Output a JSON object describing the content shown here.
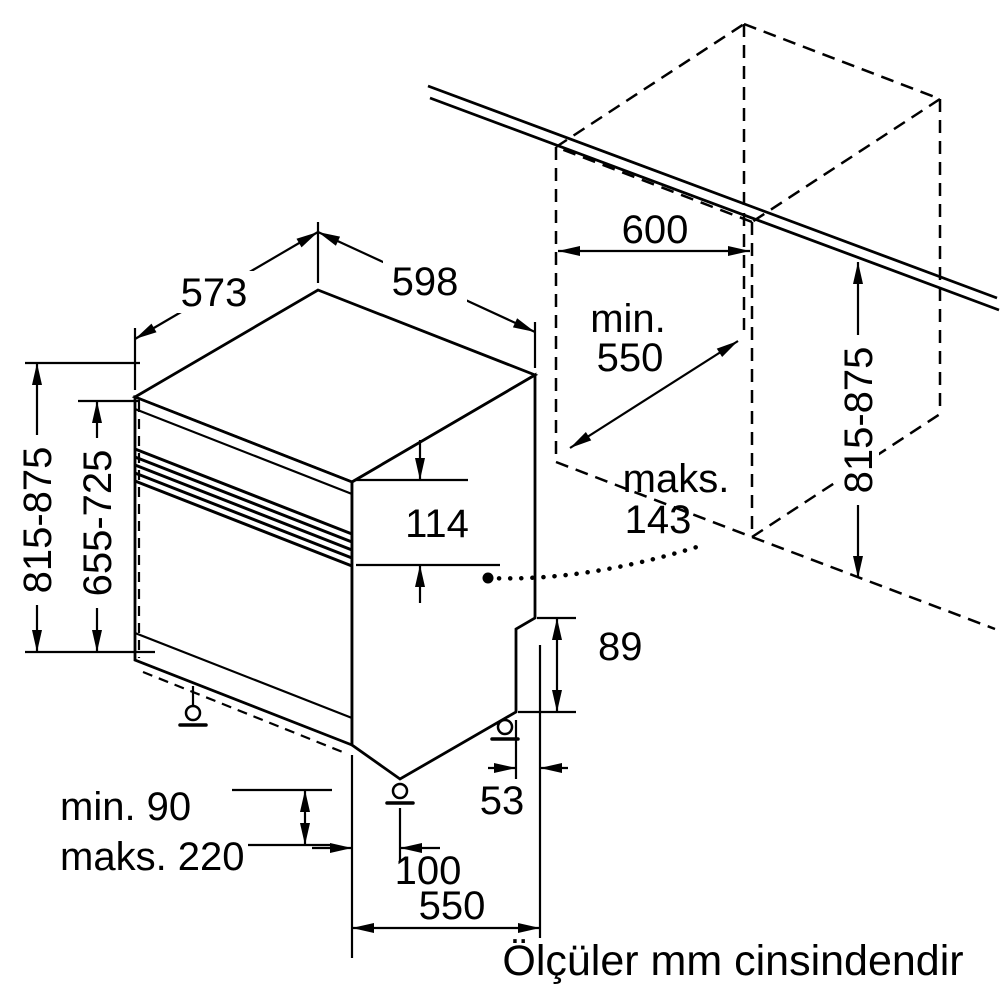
{
  "diagram": {
    "note": "Ölçüler mm cinsindendir",
    "dims": {
      "top_depth": "573",
      "top_width": "598",
      "niche_width": "600",
      "niche_depth_l1": "min.",
      "niche_depth_l2": "550",
      "niche_height": "815-875",
      "appliance_height": "815-875",
      "door_panel_height": "655-725",
      "control_panel_height": "114",
      "door_max_l1": "maks.",
      "door_max_l2": "143",
      "base_rear_height": "89",
      "rear_foot_offset": "53",
      "plinth_min": "min. 90",
      "plinth_max": "maks. 220",
      "front_foot_offset": "100",
      "foot_depth": "550"
    }
  }
}
